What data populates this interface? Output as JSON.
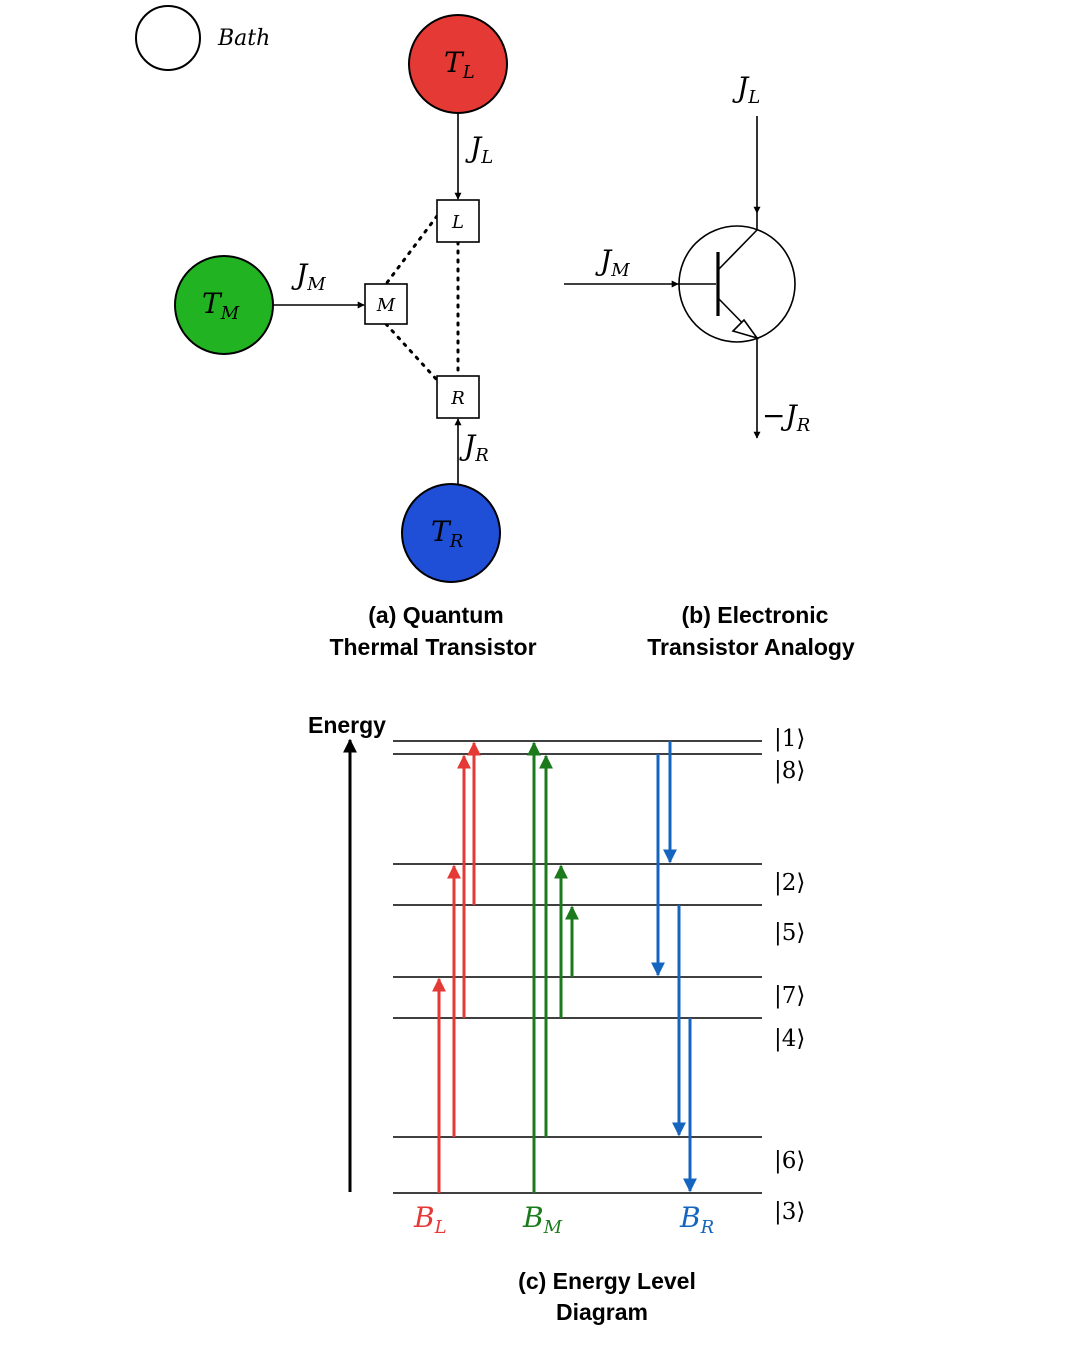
{
  "colors": {
    "hot": "#e53935",
    "medium": "#22b322",
    "cold": "#1e4fd6",
    "green_arrow": "#1b7a1b",
    "blue_arrow": "#1565c0",
    "stroke": "#000000"
  },
  "panel_a": {
    "legend_label": "Bath",
    "bath_L": "T",
    "bath_L_sub": "L",
    "bath_M": "T",
    "bath_M_sub": "M",
    "bath_R": "T",
    "bath_R_sub": "R",
    "node_L": "L",
    "node_M": "M",
    "node_R": "R",
    "current_L": "J",
    "current_L_sub": "L",
    "current_M": "J",
    "current_M_sub": "M",
    "current_R": "J",
    "current_R_sub": "R",
    "caption_line1": "(a) Quantum",
    "caption_line2": "Thermal Transistor"
  },
  "panel_b": {
    "current_L": "J",
    "current_L_sub": "L",
    "current_M": "J",
    "current_M_sub": "M",
    "current_R": "−J",
    "current_R_sub": "R",
    "caption_line1": "(b) Electronic",
    "caption_line2": "Transistor Analogy"
  },
  "panel_c": {
    "axis_label": "Energy",
    "kets": [
      "|1⟩",
      "|8⟩",
      "|2⟩",
      "|5⟩",
      "|7⟩",
      "|4⟩",
      "|6⟩",
      "|3⟩"
    ],
    "bath_labels": [
      {
        "main": "B",
        "sub": "L"
      },
      {
        "main": "B",
        "sub": "M"
      },
      {
        "main": "B",
        "sub": "R"
      }
    ],
    "caption_line1": "(c) Energy Level",
    "caption_line2": "Diagram"
  }
}
